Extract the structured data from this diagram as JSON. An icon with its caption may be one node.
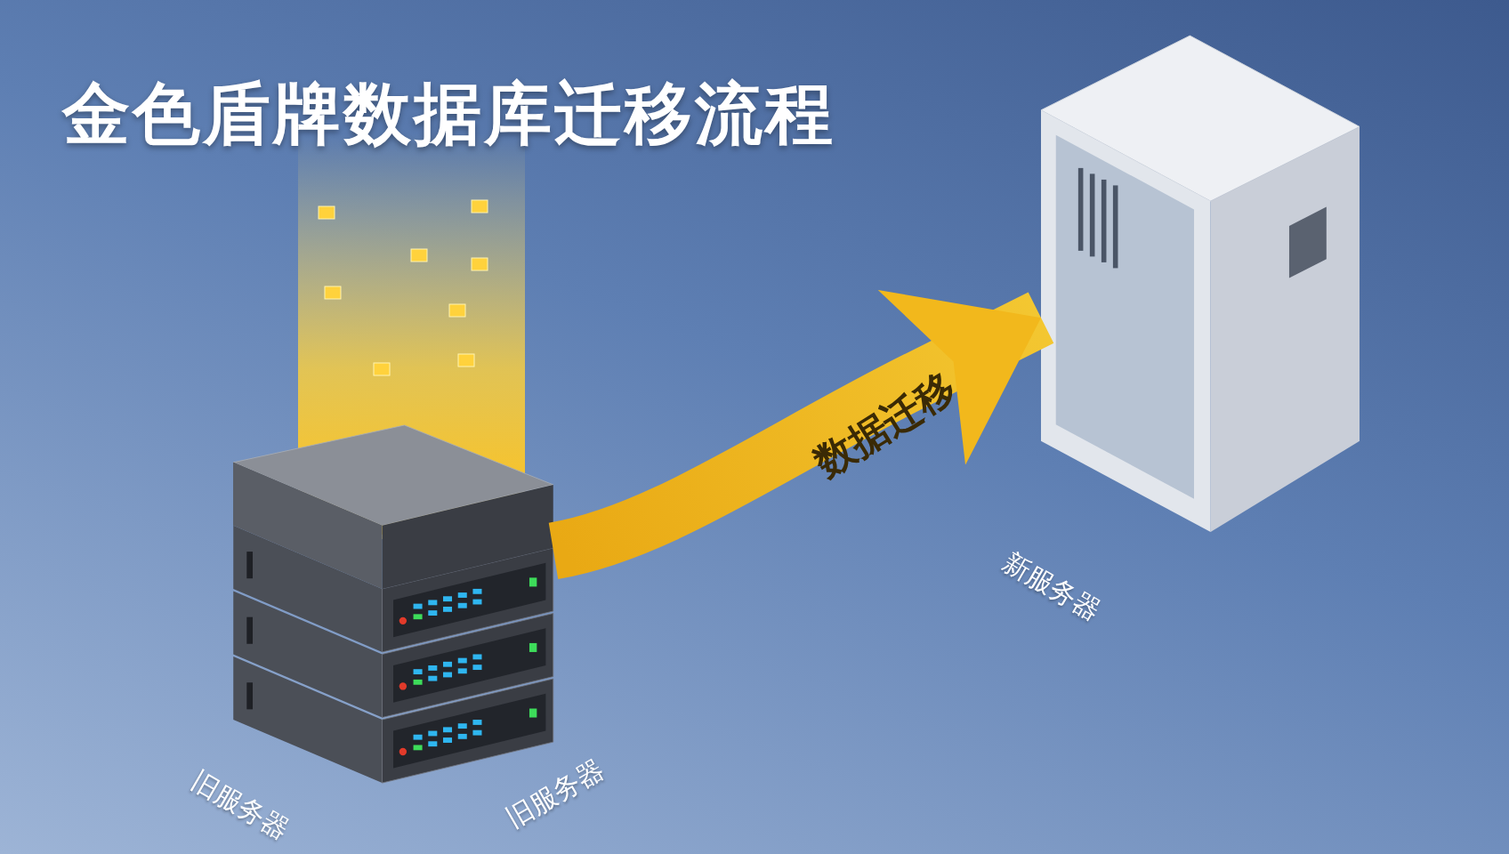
{
  "diagram": {
    "title": "金色盾牌数据库迁移流程",
    "nodes": [
      {
        "text": [],
        "shape": "picture",
        "beside": [
          "旧服务器",
          "旧服务器"
        ]
      },
      {
        "text": [],
        "shape": "picture",
        "beside": [
          "新服务器"
        ]
      }
    ],
    "edges": [
      {
        "from": 0,
        "to": 1,
        "arrow": "to",
        "label": "数据迁移"
      }
    ]
  }
}
